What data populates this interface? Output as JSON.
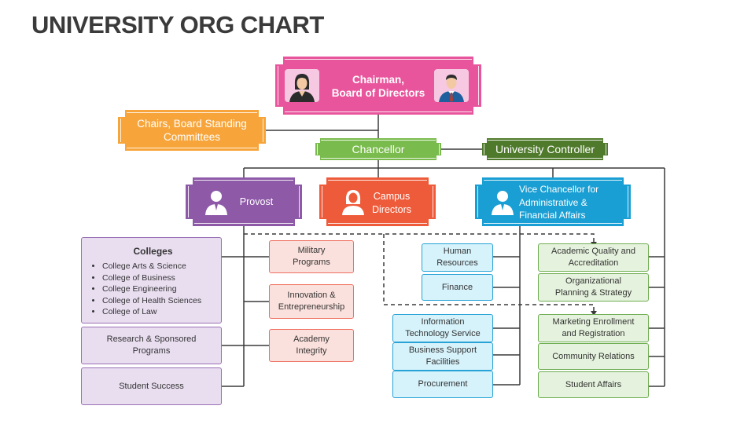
{
  "title": "UNIVERSITY ORG CHART",
  "colors": {
    "chairman": "#e8559c",
    "committees": "#f7a53b",
    "chancellor": "#79bb4c",
    "controller": "#4f7a2b",
    "provost": "#8e5aa8",
    "campus": "#ee5b3a",
    "vice": "#1a9fd4"
  },
  "nodes": {
    "chairman": "Chairman,\nBoard of Directors",
    "committees": "Chairs, Board Standing\nCommittees",
    "chancellor": "Chancellor",
    "controller": "University Controller",
    "provost": "Provost",
    "campus": "Campus\nDirectors",
    "vice": "Vice Chancellor for\nAdministrative &\nFinancial Affairs"
  },
  "provost_branch": {
    "colleges_title": "Colleges",
    "colleges": [
      "College Arts & Science",
      "College of Business",
      "College Engineering",
      "College of Health Sciences",
      "College of Law"
    ],
    "research": "Research & Sponsored\nPrograms",
    "student_success": "Student Success",
    "military": "Military\nPrograms",
    "innovation": "Innovation &\nEntrepreneurship",
    "academy": "Academy\nIntegrity"
  },
  "admin_branch": {
    "hr": "Human\nResources",
    "finance": "Finance",
    "its": "Information\nTechnology Service",
    "bsf": "Business Support\nFacilities",
    "procurement": "Procurement"
  },
  "green_branch": {
    "aqa": "Academic Quality and\nAccreditation",
    "ops": "Organizational\nPlanning & Strategy",
    "mer": "Marketing Enrollment\nand Registration",
    "community": "Community Relations",
    "affairs": "Student Affairs"
  }
}
